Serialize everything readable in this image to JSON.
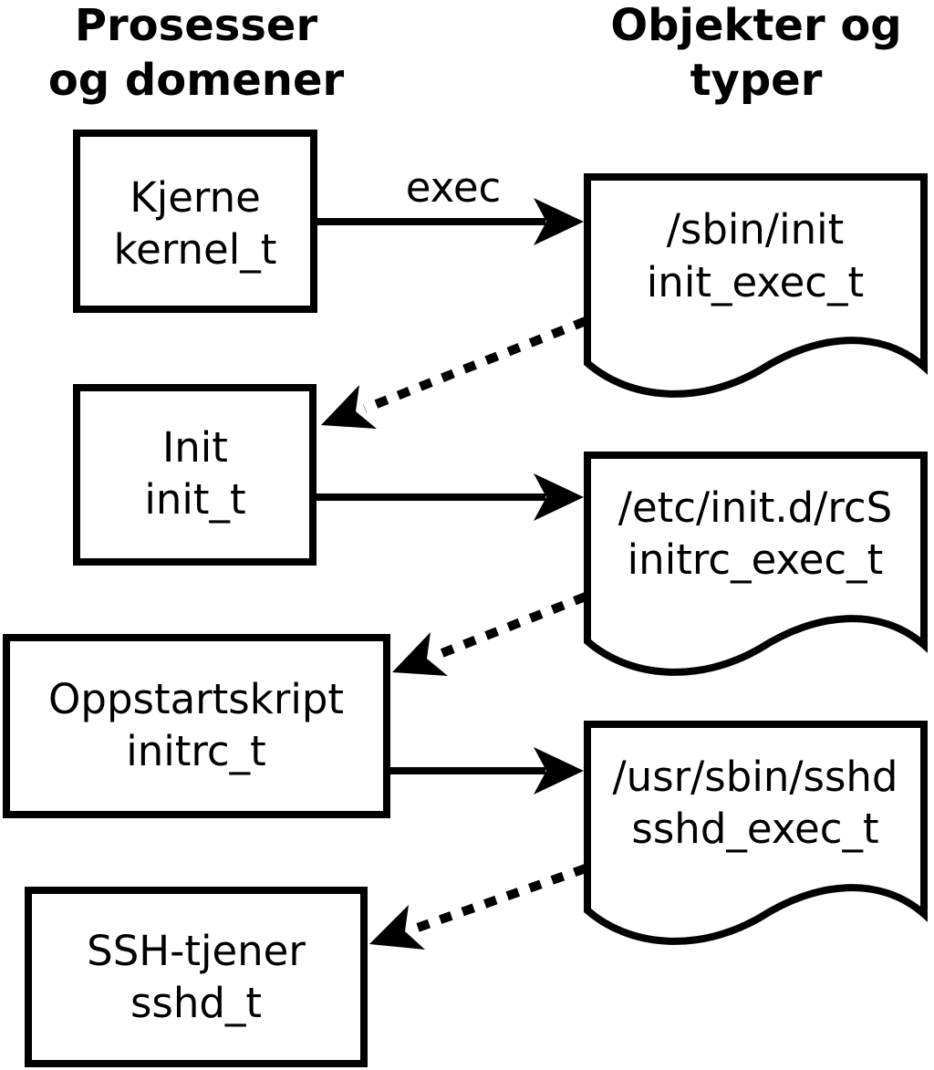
{
  "diagram": {
    "column_headers": {
      "left": {
        "line1": "Prosesser",
        "line2": "og domener"
      },
      "right": {
        "line1": "Objekter og",
        "line2": "typer"
      }
    },
    "processes": [
      {
        "name": "Kjerne",
        "domain": "kernel_t"
      },
      {
        "name": "Init",
        "domain": "init_t"
      },
      {
        "name": "Oppstartskript",
        "domain": "initrc_t"
      },
      {
        "name": "SSH-tjener",
        "domain": "sshd_t"
      }
    ],
    "objects": [
      {
        "path": "/sbin/init",
        "type": "init_exec_t"
      },
      {
        "path": "/etc/init.d/rcS",
        "type": "initrc_exec_t"
      },
      {
        "path": "/usr/sbin/sshd",
        "type": "sshd_exec_t"
      }
    ],
    "edge_labels": {
      "exec": "exec"
    },
    "colors": {
      "ink": "#000000",
      "background": "#ffffff"
    }
  }
}
